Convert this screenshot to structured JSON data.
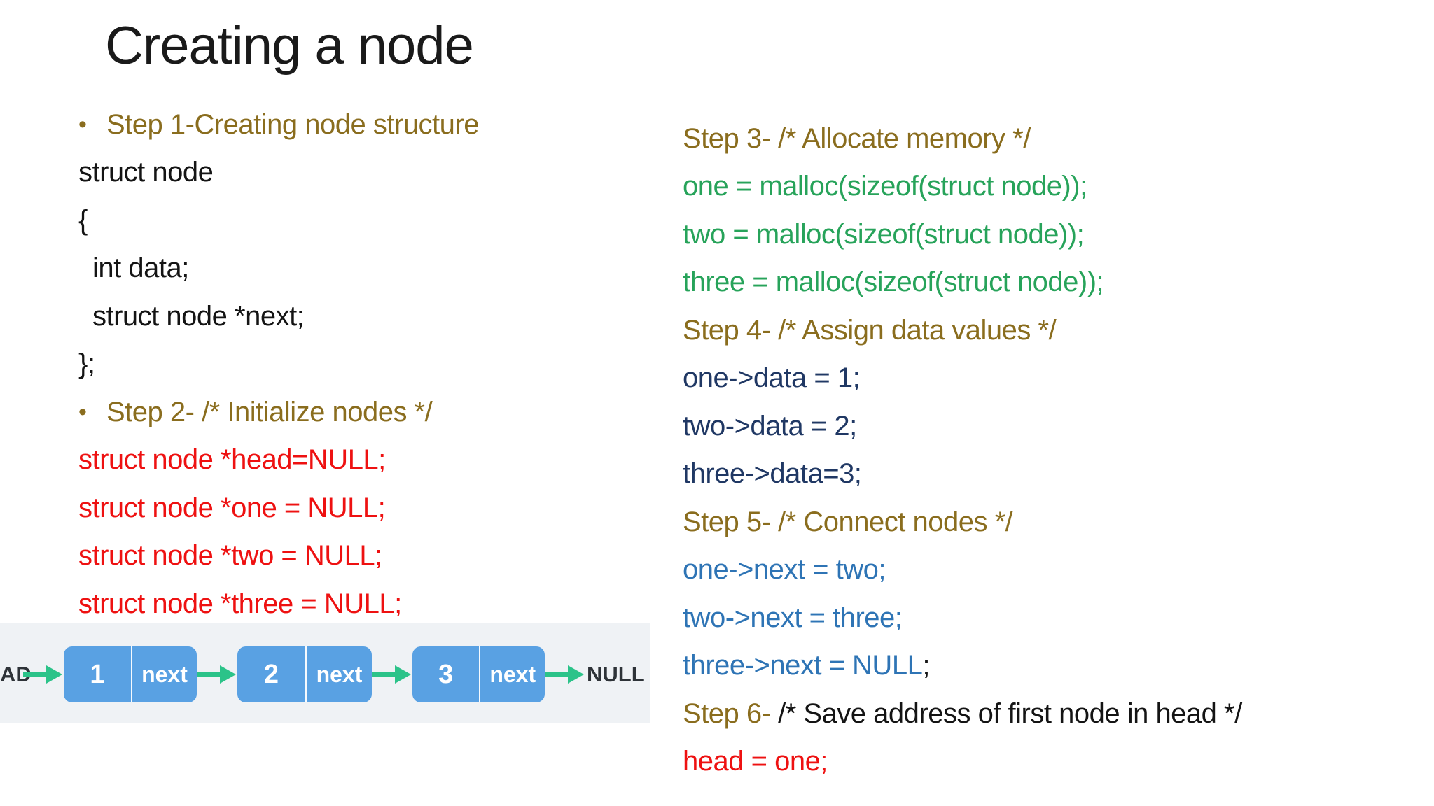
{
  "title": "Creating a node",
  "colors": {
    "olive": "#8a6d1e",
    "red": "#ee1111",
    "green": "#27a35a",
    "navy": "#203864",
    "blue": "#2e74b5",
    "black": "#141414",
    "box_blue": "#59a1e3",
    "arrow_green": "#2bc389",
    "diagram_bg": "#eff2f5",
    "label_dark": "#2e3338"
  },
  "left_column": {
    "lines": [
      {
        "bullet": true,
        "indent": 0,
        "segments": [
          {
            "t": "Step 1-Creating node structure",
            "c": "olive"
          }
        ]
      },
      {
        "bullet": false,
        "indent": 0,
        "segments": [
          {
            "t": "struct node",
            "c": "black"
          }
        ]
      },
      {
        "bullet": false,
        "indent": 0,
        "segments": [
          {
            "t": "{",
            "c": "black"
          }
        ]
      },
      {
        "bullet": false,
        "indent": 1,
        "segments": [
          {
            "t": "int data;",
            "c": "black"
          }
        ]
      },
      {
        "bullet": false,
        "indent": 1,
        "segments": [
          {
            "t": "struct node *next;",
            "c": "black"
          }
        ]
      },
      {
        "bullet": false,
        "indent": 0,
        "segments": [
          {
            "t": "};",
            "c": "black"
          }
        ]
      },
      {
        "bullet": true,
        "indent": 0,
        "segments": [
          {
            "t": "Step 2- /* Initialize nodes */",
            "c": "olive"
          }
        ]
      },
      {
        "bullet": false,
        "indent": 0,
        "segments": [
          {
            "t": "struct node *head=NULL;",
            "c": "red"
          }
        ]
      },
      {
        "bullet": false,
        "indent": 0,
        "segments": [
          {
            "t": "struct node *one = NULL;",
            "c": "red"
          }
        ]
      },
      {
        "bullet": false,
        "indent": 0,
        "segments": [
          {
            "t": "struct node *two = NULL;",
            "c": "red"
          }
        ]
      },
      {
        "bullet": false,
        "indent": 0,
        "segments": [
          {
            "t": "struct node *three = NULL;",
            "c": "red"
          }
        ]
      }
    ]
  },
  "right_column": {
    "lines": [
      {
        "bullet": false,
        "indent": 0,
        "segments": [
          {
            "t": "Step 3- /* Allocate memory */",
            "c": "olive"
          }
        ]
      },
      {
        "bullet": false,
        "indent": 0,
        "segments": [
          {
            "t": "one = malloc(sizeof(struct node));",
            "c": "green"
          }
        ]
      },
      {
        "bullet": false,
        "indent": 0,
        "segments": [
          {
            "t": "two = malloc(sizeof(struct node));",
            "c": "green"
          }
        ]
      },
      {
        "bullet": false,
        "indent": 0,
        "segments": [
          {
            "t": "three = malloc(sizeof(struct node));",
            "c": "green"
          }
        ]
      },
      {
        "bullet": false,
        "indent": 0,
        "segments": [
          {
            "t": "Step 4- /* Assign data values */",
            "c": "olive"
          }
        ]
      },
      {
        "bullet": false,
        "indent": 0,
        "segments": [
          {
            "t": "one->data = 1;",
            "c": "navy"
          }
        ]
      },
      {
        "bullet": false,
        "indent": 0,
        "segments": [
          {
            "t": "two->data = 2;",
            "c": "navy"
          }
        ]
      },
      {
        "bullet": false,
        "indent": 0,
        "segments": [
          {
            "t": "three->data=3;",
            "c": "navy"
          }
        ]
      },
      {
        "bullet": false,
        "indent": 0,
        "segments": [
          {
            "t": "Step 5- /* Connect nodes */",
            "c": "olive"
          }
        ]
      },
      {
        "bullet": false,
        "indent": 0,
        "segments": [
          {
            "t": "one->next = two;",
            "c": "blue"
          }
        ]
      },
      {
        "bullet": false,
        "indent": 0,
        "segments": [
          {
            "t": "two->next = three;",
            "c": "blue"
          }
        ]
      },
      {
        "bullet": false,
        "indent": 0,
        "segments": [
          {
            "t": "three->next = NULL",
            "c": "blue"
          },
          {
            "t": ";",
            "c": "black"
          }
        ]
      },
      {
        "bullet": false,
        "indent": 0,
        "segments": [
          {
            "t": "Step 6- ",
            "c": "olive"
          },
          {
            "t": "/* Save address of first node in head */",
            "c": "black"
          }
        ]
      },
      {
        "bullet": false,
        "indent": 0,
        "segments": [
          {
            "t": "head = one;",
            "c": "red"
          }
        ]
      }
    ]
  },
  "diagram": {
    "head_label": "AD",
    "null_label": "NULL",
    "nodes": [
      {
        "value": "1",
        "pointer": "next"
      },
      {
        "value": "2",
        "pointer": "next"
      },
      {
        "value": "3",
        "pointer": "next"
      }
    ]
  }
}
